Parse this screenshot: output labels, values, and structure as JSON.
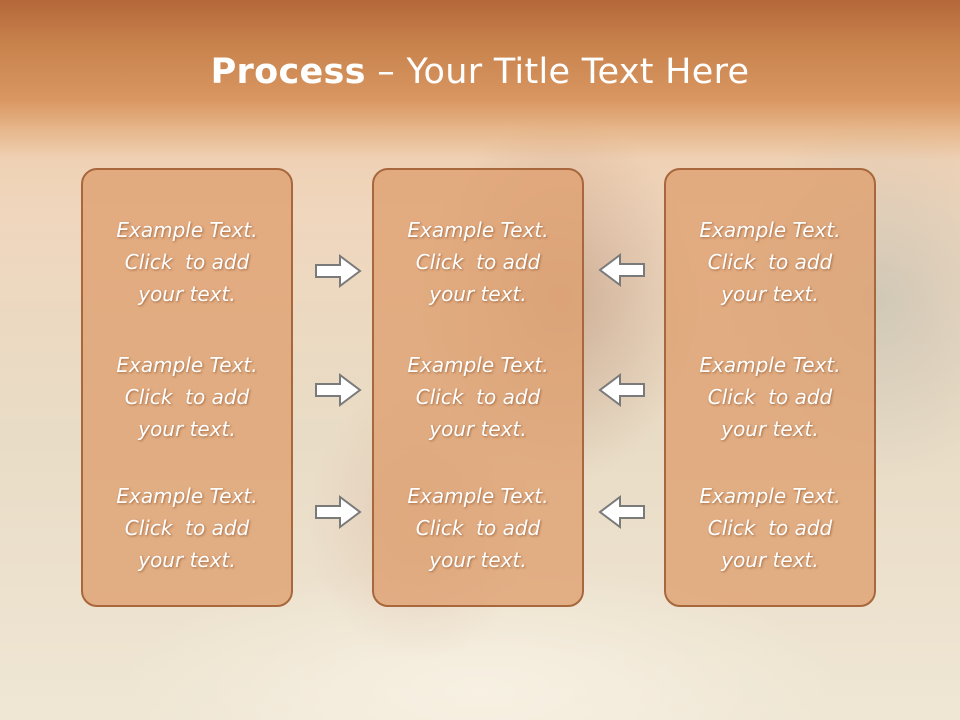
{
  "slide": {
    "title_bold": "Process",
    "title_rest": " – Your Title Text Here",
    "columns": [
      {
        "blocks": [
          {
            "line1": "Example Text.",
            "line2": "Click  to add",
            "line3": "your text."
          },
          {
            "line1": "Example Text.",
            "line2": "Click  to add",
            "line3": "your text."
          },
          {
            "line1": "Example Text.",
            "line2": "Click  to add",
            "line3": "your text."
          }
        ]
      },
      {
        "blocks": [
          {
            "line1": "Example Text.",
            "line2": "Click  to add",
            "line3": "your text."
          },
          {
            "line1": "Example Text.",
            "line2": "Click  to add",
            "line3": "your text."
          },
          {
            "line1": "Example Text.",
            "line2": "Click  to add",
            "line3": "your text."
          }
        ]
      },
      {
        "blocks": [
          {
            "line1": "Example Text.",
            "line2": "Click  to add",
            "line3": "your text."
          },
          {
            "line1": "Example Text.",
            "line2": "Click  to add",
            "line3": "your text."
          },
          {
            "line1": "Example Text.",
            "line2": "Click  to add",
            "line3": "your text."
          }
        ]
      }
    ],
    "arrows": {
      "left_group": [
        "right-arrow-icon",
        "right-arrow-icon",
        "right-arrow-icon"
      ],
      "right_group": [
        "left-arrow-icon",
        "left-arrow-icon",
        "left-arrow-icon"
      ]
    },
    "colors": {
      "title_band": "#c9844e",
      "card_fill": "#dea070",
      "card_border": "#a8673c",
      "arrow_fill": "#ffffff",
      "arrow_stroke": "#7a7a7a"
    }
  }
}
